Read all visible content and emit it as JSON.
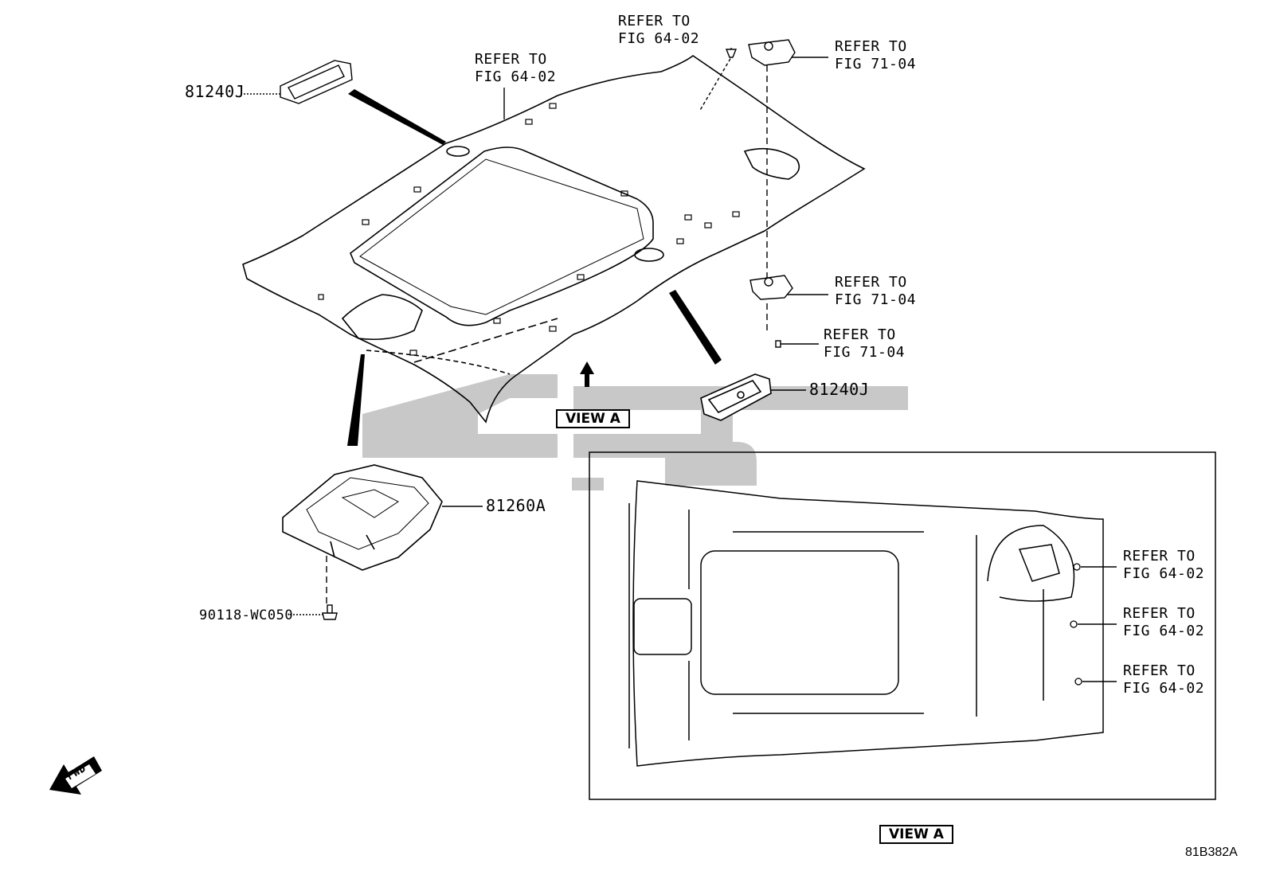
{
  "refs": {
    "top_center": [
      "REFER TO",
      "FIG 64-02"
    ],
    "top_mid": [
      "REFER TO",
      "FIG 64-02"
    ],
    "top_right": [
      "REFER TO",
      "FIG 71-04"
    ],
    "mid_right": [
      "REFER TO",
      "FIG 71-04"
    ],
    "lower_right": [
      "REFER TO",
      "FIG 71-04"
    ],
    "inset_1": [
      "REFER TO",
      "FIG 64-02"
    ],
    "inset_2": [
      "REFER TO",
      "FIG 64-02"
    ],
    "inset_3": [
      "REFER TO",
      "FIG 64-02"
    ]
  },
  "parts": {
    "sunvisor_holder_left": "81240J",
    "sunvisor_holder_right": "81240J",
    "roof_console": "81260A",
    "screw": "90118-WC050"
  },
  "view_label": "VIEW A",
  "inset_label": "VIEW A",
  "fwd_label": "FWD",
  "diagram_code": "81B382A",
  "colors": {
    "line": "#000000",
    "watermark": "#c8c8c8"
  }
}
